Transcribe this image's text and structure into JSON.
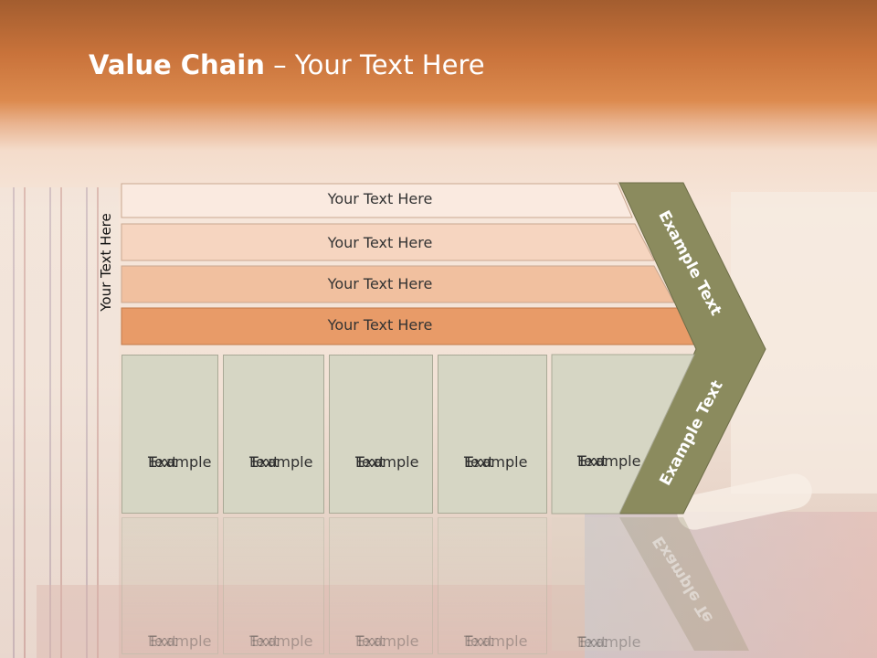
{
  "slide": {
    "title_bold": "Value Chain",
    "title_rest": " – Your Text Here",
    "side_label": "Your Text Here",
    "bands": [
      "Your Text Here",
      "Your Text Here",
      "Your Text Here",
      "Your Text Here"
    ],
    "boxes": [
      {
        "line1": "Example",
        "line2": "Text"
      },
      {
        "line1": "Example",
        "line2": "Text"
      },
      {
        "line1": "Example",
        "line2": "Text"
      },
      {
        "line1": "Example",
        "line2": "Text"
      },
      {
        "line1": "Example",
        "line2": "Text"
      }
    ],
    "chevron_top": "Example Text",
    "chevron_bottom": "Example Text",
    "chevron_bottom_reflection": "Example Te"
  },
  "colors": {
    "band1": "#faeae0",
    "band2": "#f6d5c0",
    "band3": "#f1c09f",
    "band4": "#e89b68",
    "chevron": "#8b8b5e",
    "box": "#d6d6c4"
  }
}
